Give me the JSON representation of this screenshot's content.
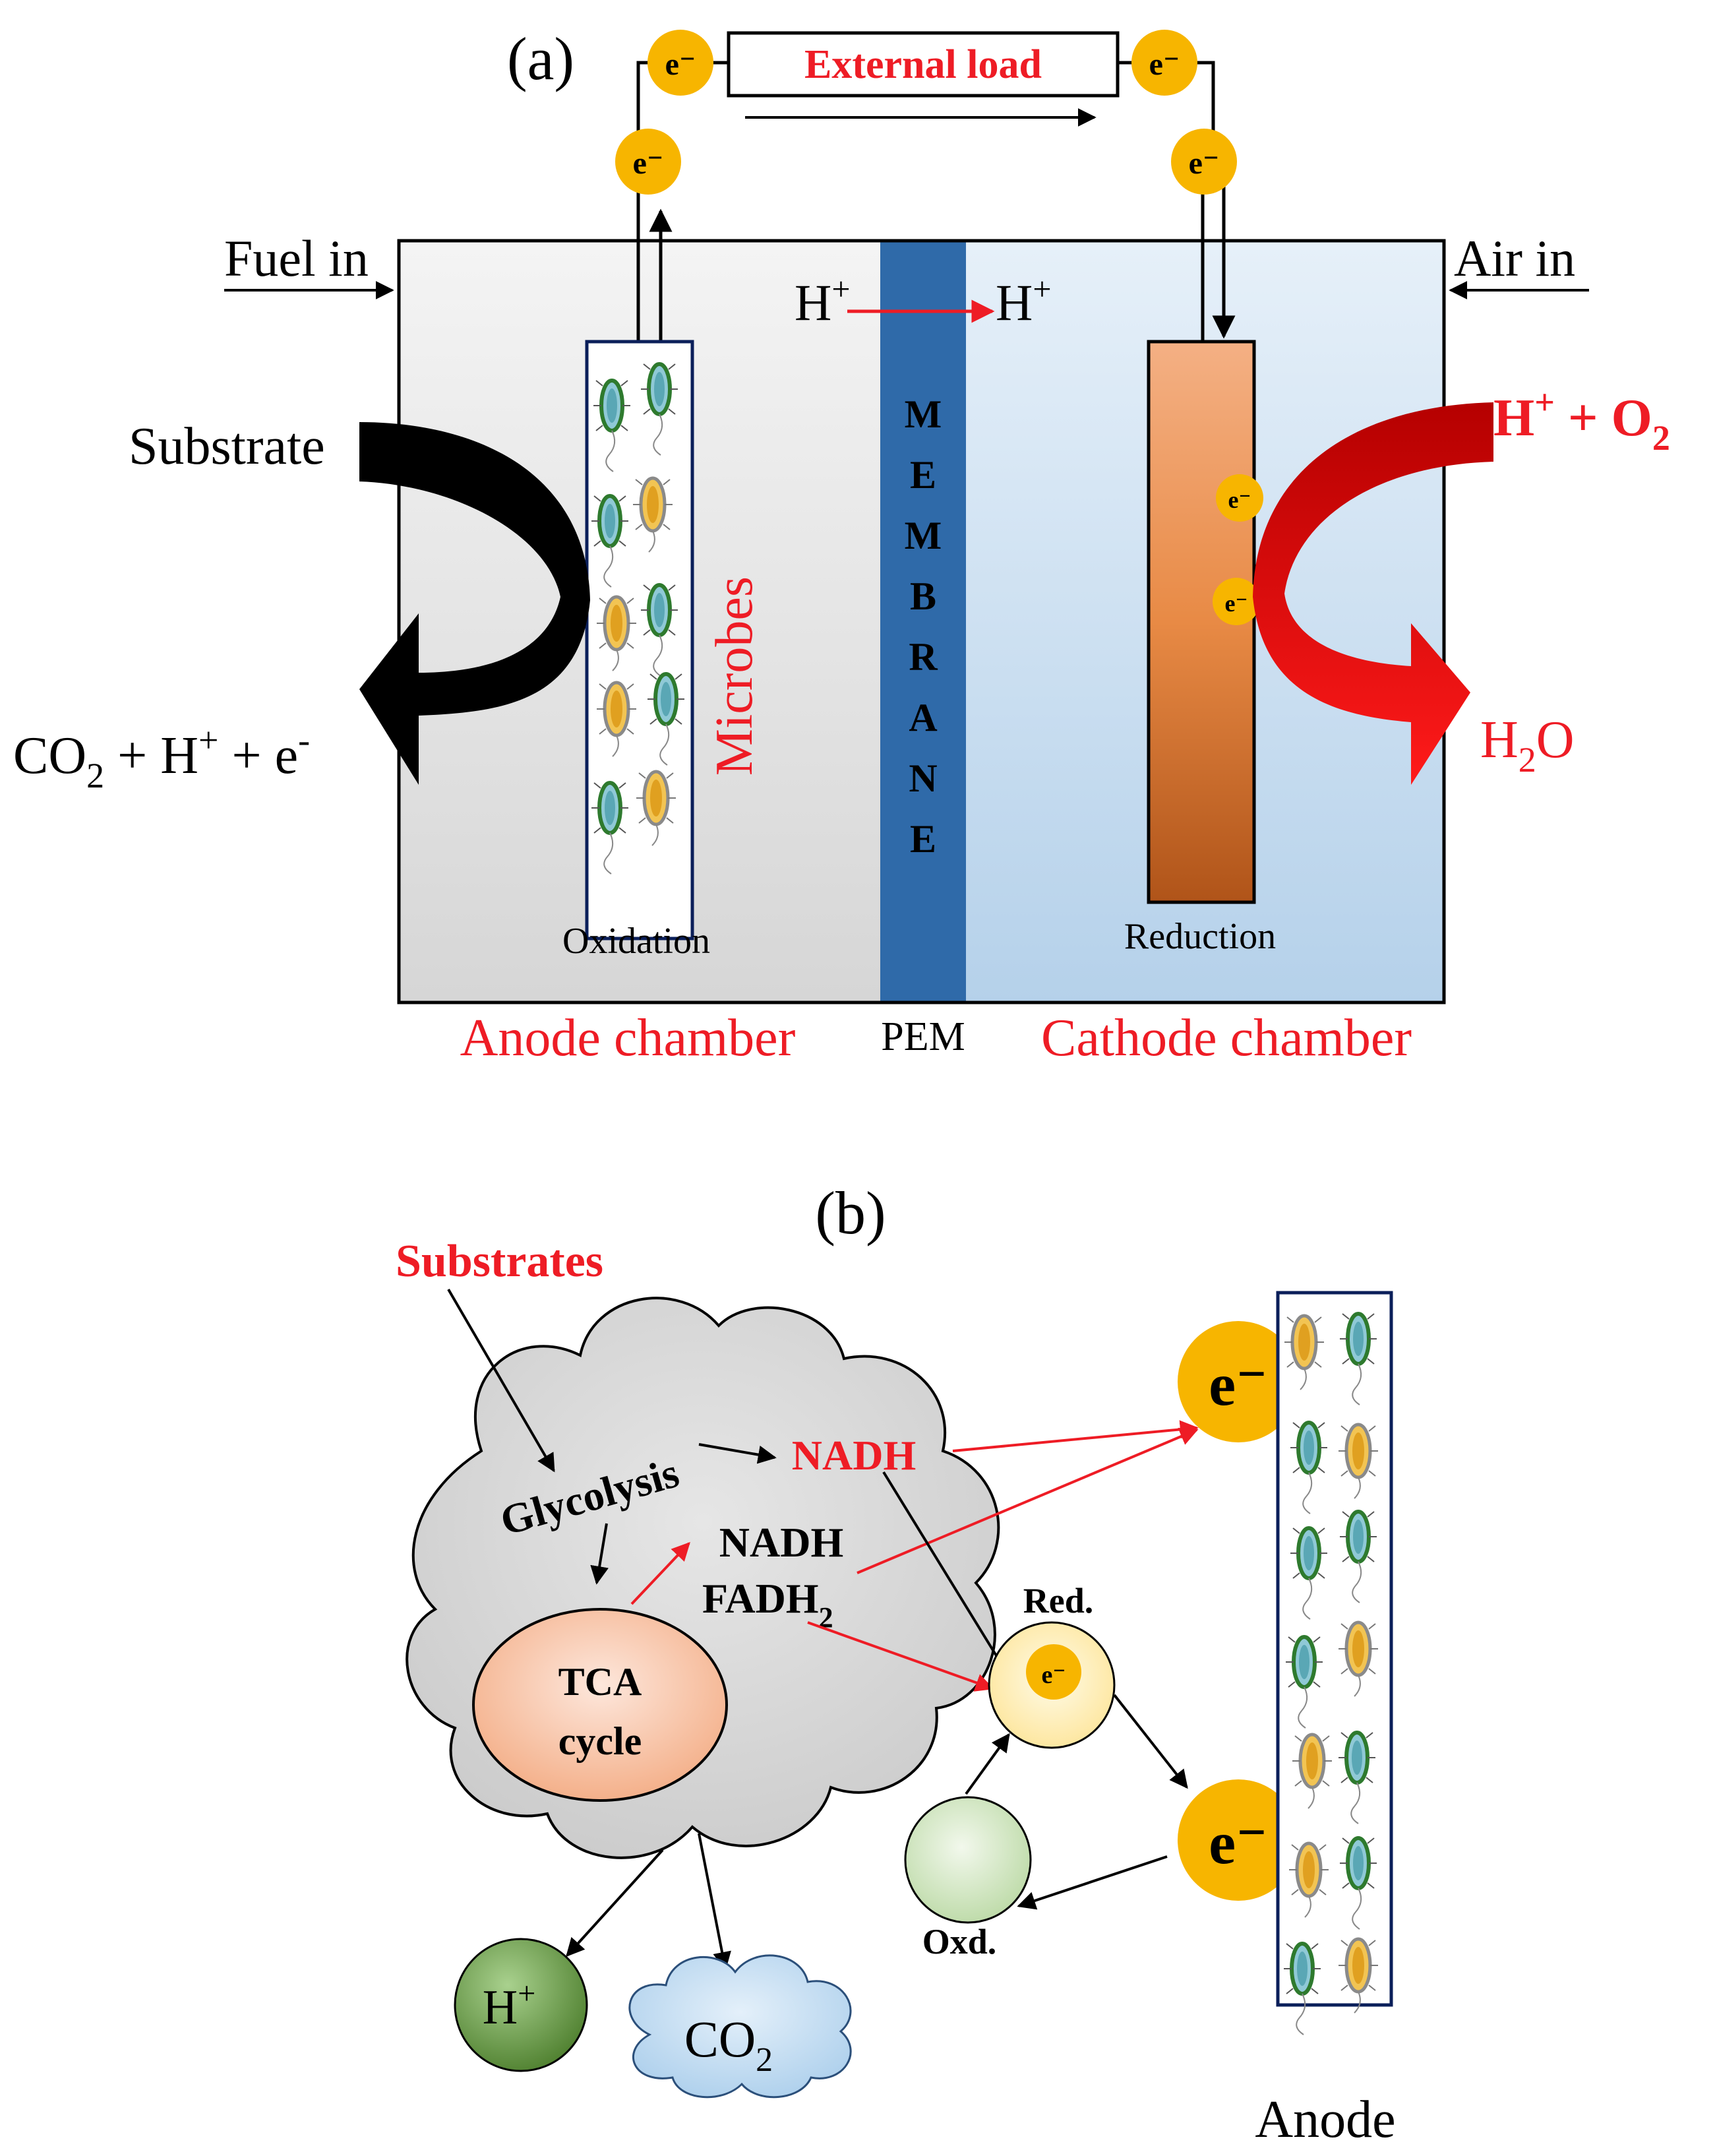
{
  "panel_a": {
    "label": "(a)",
    "external_load": "External load",
    "electron": "e⁻",
    "fuel_in": "Fuel in",
    "air_in": "Air in",
    "proton": "H",
    "plus": "+",
    "membrane_letters": [
      "M",
      "E",
      "M",
      "B",
      "R",
      "A",
      "N",
      "E"
    ],
    "microbes": "Microbes",
    "substrate": "Substrate",
    "anode_product_co2": "CO",
    "anode_product_tail": " + H",
    "anode_product_end": " + e",
    "minus": "-",
    "cathode_input": "H",
    "cathode_input_tail": " + O",
    "two": "2",
    "water_h": "H",
    "water_o": "O",
    "oxidation": "Oxidation",
    "reduction": "Reduction",
    "anode_chamber": "Anode chamber",
    "pem": "PEM",
    "cathode_chamber": "Cathode chamber"
  },
  "panel_b": {
    "label": "(b)",
    "substrates": "Substrates",
    "glycolysis": "Glycolysis",
    "nadh_red": "NADH",
    "nadh": "NADH",
    "fadh": "FADH",
    "two": "2",
    "tca_line1": "TCA",
    "tca_line2": "cycle",
    "red": "Red.",
    "oxd": "Oxd.",
    "electron": "e⁻",
    "proton": "H",
    "plus": "+",
    "co2": "CO",
    "anode": "Anode"
  },
  "colors": {
    "red_label": "#ee1c25",
    "electron_orange": "#f7b500",
    "membrane_blue": "#2f6aa9",
    "cathode_copper": "#c0622a",
    "anode_gray": "#e3e3e3",
    "cathode_blue": "#c7dcef"
  }
}
